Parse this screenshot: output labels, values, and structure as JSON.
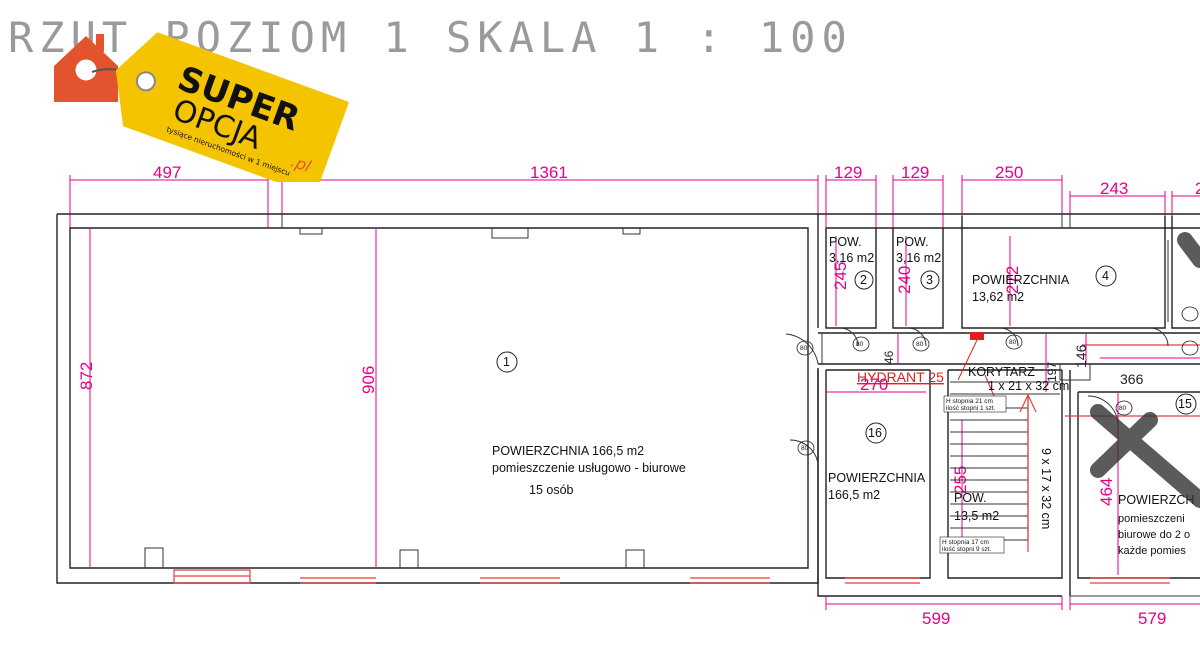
{
  "plan": {
    "title": "RZUT POZIOM 1 SKALA 1 : 100",
    "dimensions_top": [
      "497",
      "1361",
      "129",
      "129",
      "250",
      "243",
      "2"
    ],
    "dimensions_bottom": [
      "599",
      "579"
    ],
    "dimensions_side": [
      "872",
      "906",
      "245",
      "240",
      "272",
      "46",
      "197",
      "146",
      "366",
      "270",
      "464",
      "255"
    ],
    "rooms": [
      {
        "number": "1",
        "lines": [
          "POWIERZCHNIA 166,5 m2",
          "pomieszczenie usługowo - biurowe",
          "15 osób"
        ]
      },
      {
        "number": "2",
        "lines": [
          "POW.",
          "3,16 m2"
        ]
      },
      {
        "number": "3",
        "lines": [
          "POW.",
          "3,16 m2"
        ]
      },
      {
        "number": "4",
        "lines": [
          "POWIERZCHNIA",
          "13,62 m2"
        ]
      },
      {
        "number": "16",
        "lines": [
          "POWIERZCHNIA",
          "166,5 m2"
        ]
      },
      {
        "number": "15",
        "lines": [
          "POWIERZCH",
          "pomieszczeni",
          "biurowe do 2 o",
          "każde pomies"
        ]
      }
    ],
    "stairs": {
      "label_top": "1 x 21 x 32 cm",
      "label_side": "9 x 17 x 32 cm",
      "pow_label": "POW.",
      "pow_area": "13,5 m2",
      "note_top_1": "H stopnia 21 cm",
      "note_top_2": "ilość stopni 1 szt.",
      "note_bottom_1": "H stopnia 17 cm",
      "note_bottom_2": "ilość stopni 9 szt."
    },
    "corridor_label": "KORYTARZ",
    "hydrant_label": "HYDRANT 25",
    "door_tag": "80",
    "colors": {
      "dimension": "#e6008a",
      "window": "#e04040",
      "hydrant": "#e02020",
      "wall": "#222222"
    }
  },
  "logo": {
    "word1": "SUPER",
    "word2": "OPCJA",
    "domain": ".pl",
    "tagline": "tysiące nieruchomości w 1 miejscu",
    "colors": {
      "tag": "#f5c400",
      "house": "#e3532e",
      "text": "#111111"
    }
  }
}
